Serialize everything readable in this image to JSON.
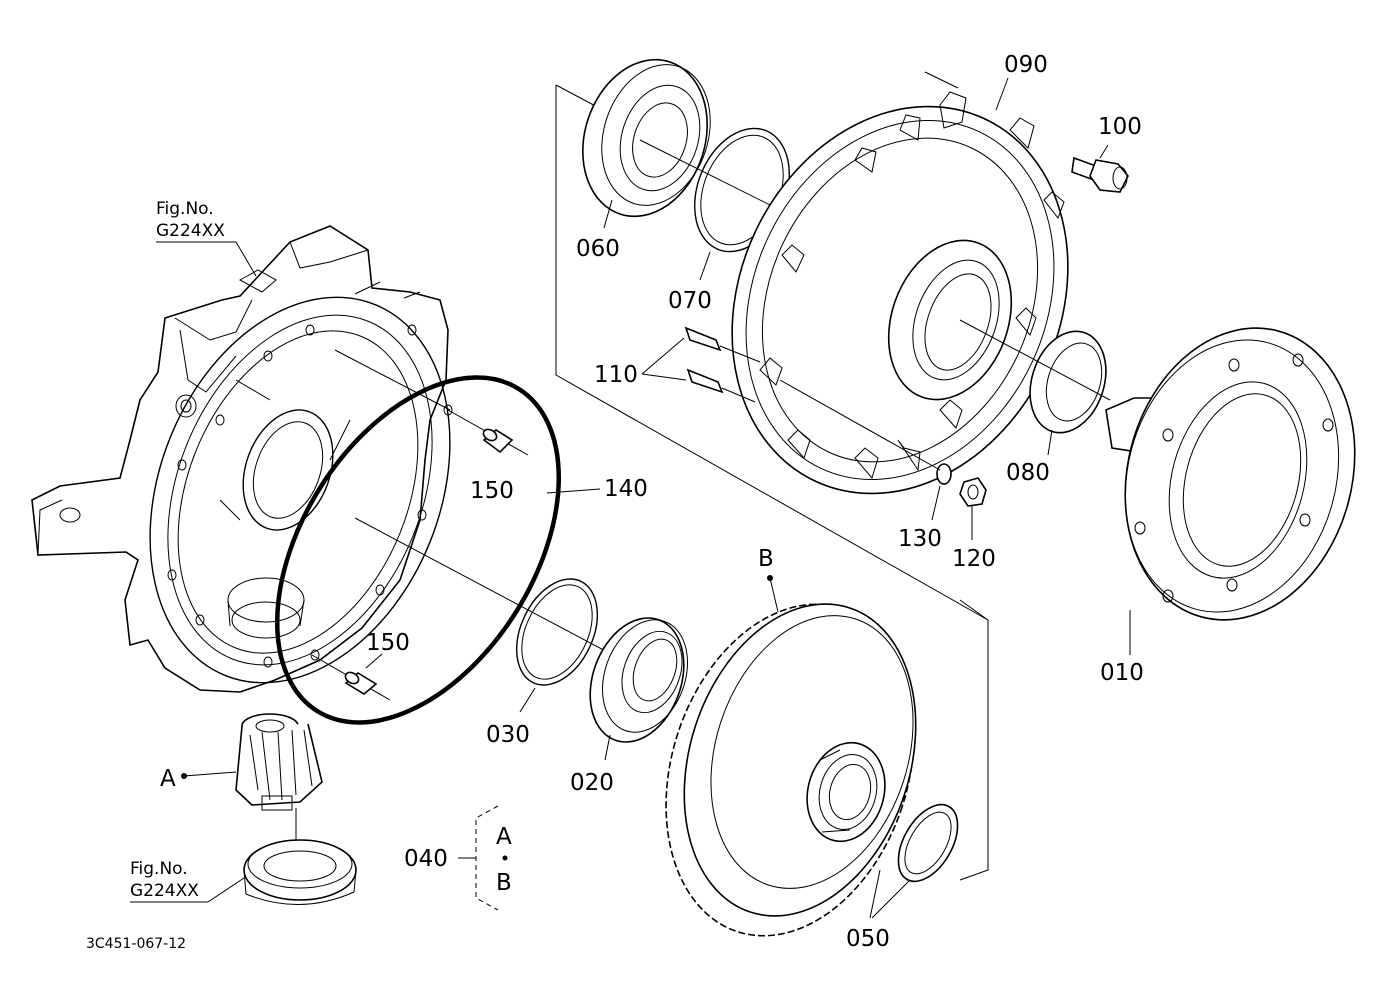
{
  "drawing_id": "3C451-067-12",
  "fig_refs": [
    {
      "line1": "Fig.No.",
      "line2": "G224XX"
    },
    {
      "line1": "Fig.No.",
      "line2": "G224XX"
    }
  ],
  "callouts": {
    "p010": "010",
    "p020": "020",
    "p030": "030",
    "p040": "040",
    "p050": "050",
    "p060": "060",
    "p070": "070",
    "p080": "080",
    "p090": "090",
    "p100": "100",
    "p110": "110",
    "p120": "120",
    "p130": "130",
    "p140": "140",
    "p150a": "150",
    "p150b": "150"
  },
  "markers": {
    "a": "A",
    "b": "B",
    "set_a": "A",
    "set_b": "B"
  },
  "highlight_color": "#000000"
}
